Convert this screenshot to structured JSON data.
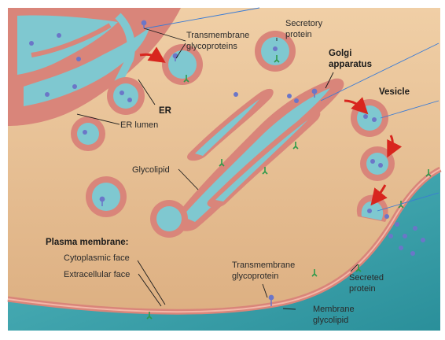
{
  "labels": {
    "transmembrane_glycoproteins": [
      "Transmembrane",
      "glycoproteins"
    ],
    "secretory_protein": [
      "Secretory",
      "protein"
    ],
    "golgi_apparatus": [
      "Golgi",
      "apparatus"
    ],
    "er": "ER",
    "er_lumen": "ER lumen",
    "vesicle": "Vesicle",
    "glycolipid": "Glycolipid",
    "plasma_membrane": "Plasma membrane:",
    "cytoplasmic_face": "Cytoplasmic face",
    "extracellular_face": "Extracellular face",
    "transmembrane_glycoprotein": [
      "Transmembrane",
      "glycoprotein"
    ],
    "secreted_protein": [
      "Secreted",
      "protein"
    ],
    "membrane_glycolipid": [
      "Membrane",
      "glycolipid"
    ]
  },
  "colors": {
    "cytoplasm": "#e2b98c",
    "membrane": "#d9857a",
    "lumen": "#7fc8d0",
    "extracellular": "#2f9aa4",
    "protein": "#6b76c8",
    "arrow": "#d8251e",
    "glycan": "#2e9a4a"
  }
}
